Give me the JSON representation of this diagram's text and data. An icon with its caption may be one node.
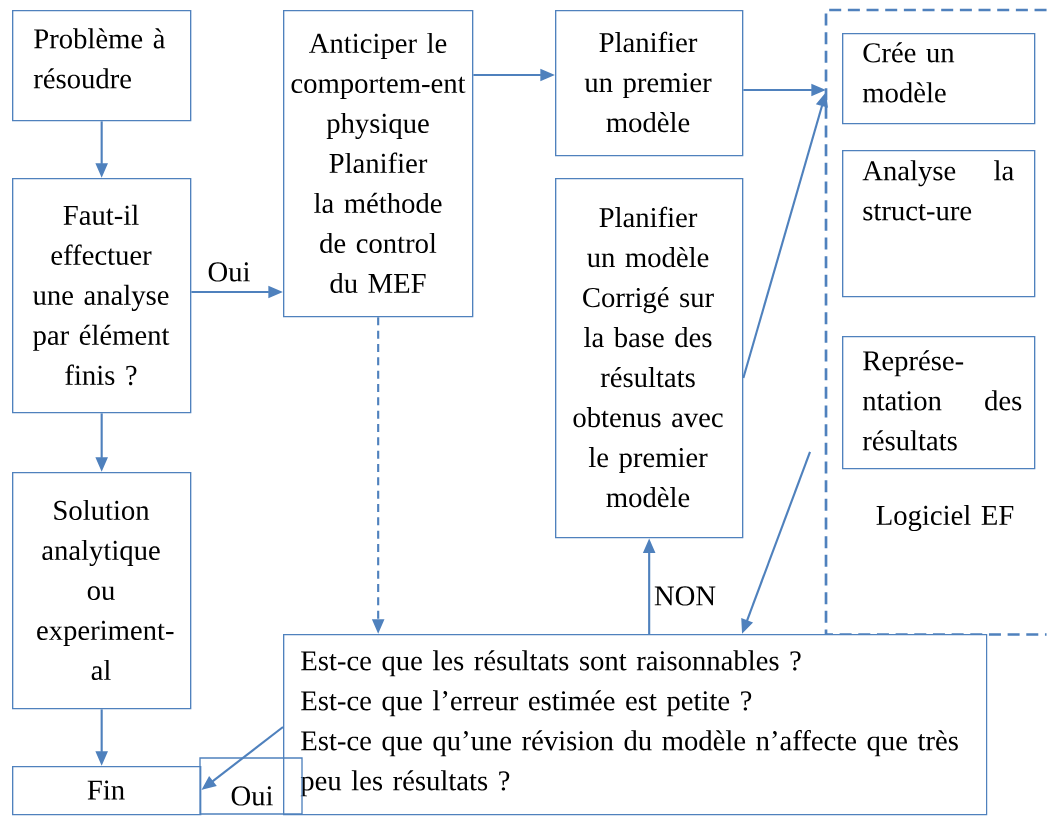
{
  "diagram": {
    "nodes": [
      {
        "text": [
          "Problème à résoudre"
        ]
      },
      {
        "text": [
          "Faut-il effectuer une analyse par élément finis ?"
        ]
      },
      {
        "text": [
          "Solution analytique ou experiment-al"
        ]
      },
      {
        "text": [
          "Fin"
        ]
      },
      {
        "text": [
          "Anticiper le comportem-ent physique",
          "Planifier la méthode de control du MEF"
        ]
      },
      {
        "text": [
          "Planifier un premier modèle"
        ]
      },
      {
        "text": [
          "Planifier un modèle Corrigé sur la base des résultats obtenus avec le premier modèle"
        ]
      },
      {
        "text": [
          "Logiciel EF"
        ]
      },
      {
        "text": [
          "Crée un modèle"
        ],
        "in": 7
      },
      {
        "text": [
          "Analyse la struct-ure"
        ],
        "in": 7
      },
      {
        "text": [
          "Représe-ntation des résultats"
        ],
        "in": 7
      },
      {
        "text": [
          "Est-ce que les résultats sont raisonnables ?",
          "Est-ce que l’erreur estimée est petite ?",
          "Est-ce que qu’une révision du modèle n’affecte que très peu les résultats ?"
        ]
      }
    ],
    "edges": [
      {
        "from": 0,
        "to": 1,
        "arrow": "to"
      },
      {
        "from": 1,
        "to": 2,
        "arrow": "to"
      },
      {
        "from": 2,
        "to": 3,
        "arrow": "to"
      },
      {
        "from": 1,
        "to": 4,
        "arrow": "to",
        "label": "Oui"
      },
      {
        "from": 4,
        "to": 5,
        "arrow": "to"
      },
      {
        "from": 5,
        "to": 7,
        "arrow": "to"
      },
      {
        "from": 6,
        "to": 7,
        "arrow": "to"
      },
      {
        "from": 7,
        "to": 11,
        "arrow": "to"
      },
      {
        "from": 4,
        "to": 11,
        "arrow": "to",
        "style": "dashed"
      },
      {
        "from": 11,
        "to": 6,
        "arrow": "to",
        "label": "NON"
      },
      {
        "from": 11,
        "to": 3,
        "arrow": "to",
        "label": "Oui"
      }
    ]
  }
}
